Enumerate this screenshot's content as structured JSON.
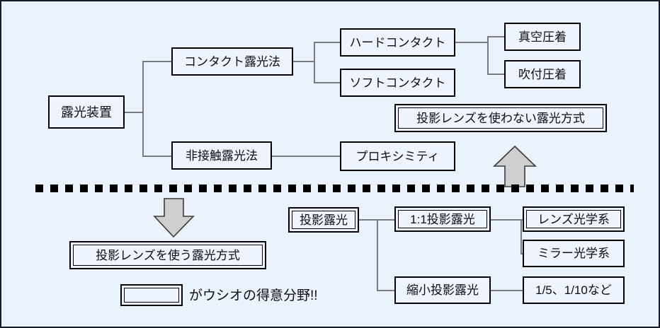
{
  "diagram": {
    "title_note": "",
    "background_color": "#eaf2fc",
    "border_color": "#1a1a2e",
    "line_color": "#7a7a82",
    "arrow_fill": "#cfcfcf",
    "arrow_stroke": "#3a3a3a"
  },
  "top_tree": {
    "root": {
      "label": "露光装置"
    },
    "level2": [
      {
        "label": "コンタクト露光法"
      },
      {
        "label": "非接触露光法"
      }
    ],
    "level3": [
      {
        "label": "ハードコンタクト"
      },
      {
        "label": "ソフトコンタクト"
      },
      {
        "label": "プロキシミティ"
      }
    ],
    "level4": [
      {
        "label": "真空圧着"
      },
      {
        "label": "吹付圧着"
      }
    ]
  },
  "callouts": {
    "no_lens": {
      "label": "投影レンズを使わない露光方式"
    },
    "with_lens": {
      "label": "投影レンズを使う露光方式"
    }
  },
  "arrows": {
    "up": {
      "name": "up-arrow"
    },
    "down": {
      "name": "down-arrow"
    }
  },
  "divider": {
    "name": "dashed-divider"
  },
  "bottom_tree": {
    "root": {
      "label": "投影露光"
    },
    "level2": [
      {
        "label": "1:1投影露光"
      },
      {
        "label": "縮小投影露光"
      }
    ],
    "level3": [
      {
        "label": "レンズ光学系"
      },
      {
        "label": "ミラー光学系"
      },
      {
        "label": "1/5、1/10など"
      }
    ]
  },
  "legend": {
    "swatch_label": "",
    "text": "がウシオの得意分野!!"
  }
}
